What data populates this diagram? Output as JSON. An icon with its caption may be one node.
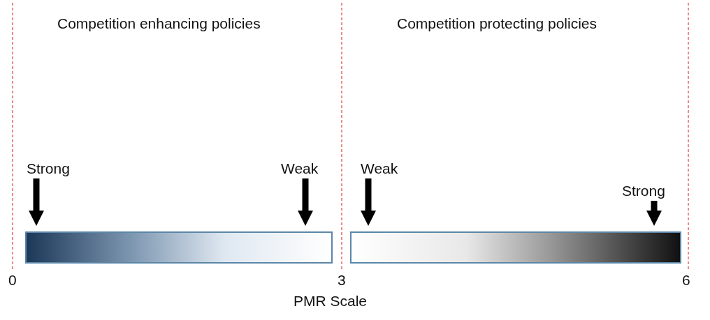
{
  "diagram": {
    "nodes": [
      {
        "text": [
          "Strong"
        ]
      },
      {
        "text": [
          "Weak"
        ]
      },
      {
        "text": [
          "Weak"
        ]
      },
      {
        "text": [
          "Strong"
        ]
      },
      {
        "text": [],
        "shape": "bar"
      },
      {
        "text": [],
        "shape": "bar"
      }
    ],
    "edges": [
      {
        "from": 0,
        "to": 4,
        "arrow": "to"
      },
      {
        "from": 1,
        "to": 4,
        "arrow": "to"
      },
      {
        "from": 2,
        "to": 5,
        "arrow": "to"
      },
      {
        "from": 3,
        "to": 5,
        "arrow": "to"
      }
    ],
    "labels": [
      "Competition enhancing policies",
      "Competition protecting policies",
      "0",
      "3",
      "6",
      "PMR Scale"
    ]
  }
}
